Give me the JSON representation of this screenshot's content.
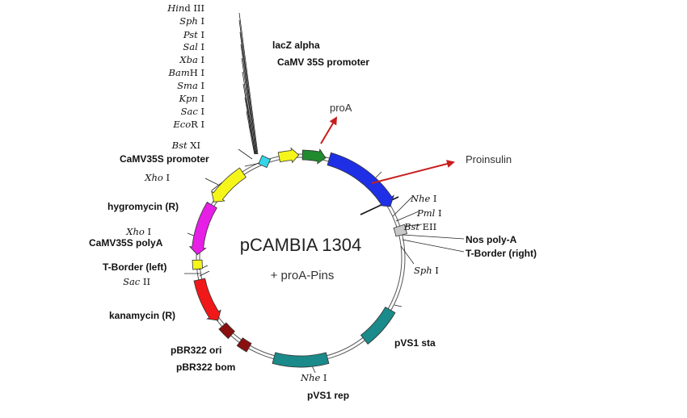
{
  "plasmid": {
    "name": "pCAMBIA 1304",
    "insert": "+ proA-Pins"
  },
  "restriction_sites": [
    {
      "italic": "Hin",
      "plain": "d III"
    },
    {
      "italic": "Sph",
      "plain": " I"
    },
    {
      "italic": "Pst",
      "plain": " I"
    },
    {
      "italic": "Sal",
      "plain": " I"
    },
    {
      "italic": "Xba",
      "plain": " I"
    },
    {
      "italic": "Bam",
      "plain": "H I"
    },
    {
      "italic": "Sma",
      "plain": " I"
    },
    {
      "italic": "Kpn",
      "plain": " I"
    },
    {
      "italic": "Sac",
      "plain": " I"
    },
    {
      "italic": "Eco",
      "plain": "R I"
    },
    {
      "italic": "Bst",
      "plain": " XI"
    },
    {
      "italic": "Xho",
      "plain": " I"
    },
    {
      "italic": "Xho",
      "plain": " I"
    },
    {
      "italic": "Sac",
      "plain": " II"
    },
    {
      "italic": "Nhe",
      "plain": " I"
    },
    {
      "italic": "Pml",
      "plain": " I"
    },
    {
      "italic": "Bst",
      "plain": " EII"
    },
    {
      "italic": "Sph",
      "plain": " I"
    },
    {
      "italic": "Nhe",
      "plain": " I"
    }
  ],
  "features": {
    "lacz_alpha": "lacZ alpha",
    "camv35s_promoter_top": "CaMV 35S promoter",
    "camv35s_promoter_left": "CaMV35S promoter",
    "hygromycin": "hygromycin (R)",
    "camv35s_polya": "CaMV35S polyA",
    "t_border_left": "T-Border (left)",
    "kanamycin": "kanamycin (R)",
    "pbr322_ori": "pBR322 ori",
    "pbr322_bom": "pBR322 bom",
    "pvs1_rep": "pVS1 rep",
    "pvs1_sta": "pVS1 sta",
    "nos_polya": "Nos poly-A",
    "t_border_right": "T-Border (right)"
  },
  "annotations": {
    "proa": "proA",
    "proinsulin": "Proinsulin"
  },
  "colors": {
    "lacz": "#33d6e8",
    "camv_yellow": "#f5f51a",
    "proa_green": "#1f8a2e",
    "proinsulin_blue": "#1f2fe6",
    "hygromycin_magenta": "#e61ee6",
    "kanamycin_red": "#f01818",
    "pbr_dark_red": "#8a1010",
    "pvs1_teal": "#1a8a8a",
    "nos_grey": "#c8c8c8",
    "arrow_red": "#c81e1e"
  }
}
